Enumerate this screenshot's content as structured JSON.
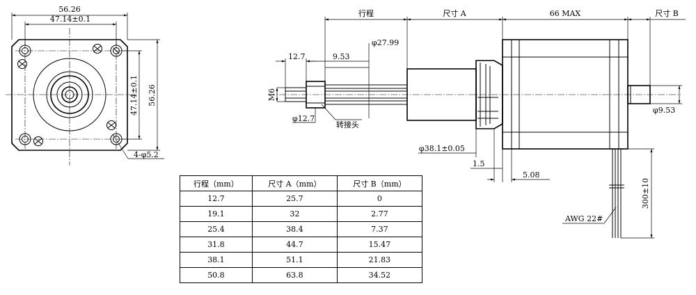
{
  "front_view": {
    "overall_width": "56.26",
    "hole_spacing_width": "47.14±0.1",
    "hole_spacing_height": "47.14±0.1",
    "overall_height": "56.26",
    "hole_callout": "4-φ5.2"
  },
  "side_view": {
    "stroke_label": "行程",
    "dim_a_label": "尺寸 A",
    "body_length": "66 MAX",
    "dim_b_label": "尺寸 B",
    "nut_length": "12.7",
    "end_length": "9.53",
    "tube_diameter": "φ27.99",
    "thread": "M6",
    "nut_diameter": "φ12.7",
    "adapter_label": "转接头",
    "boss_diameter": "φ38.1±0.05",
    "flange_thickness": "1.5",
    "pilot_depth": "5.08",
    "rear_shaft_diameter": "φ9.53",
    "lead_length": "300±10",
    "wire_gauge": "AWG 22#"
  },
  "table": {
    "headers": [
      "行程（mm）",
      "尺寸 A（mm）",
      "尺寸 B（mm）"
    ],
    "rows": [
      [
        "12.7",
        "25.7",
        "0"
      ],
      [
        "19.1",
        "32",
        "2.77"
      ],
      [
        "25.4",
        "38.4",
        "7.37"
      ],
      [
        "31.8",
        "44.7",
        "15.47"
      ],
      [
        "38.1",
        "51.1",
        "21.83"
      ],
      [
        "50.8",
        "63.8",
        "34.52"
      ]
    ]
  }
}
